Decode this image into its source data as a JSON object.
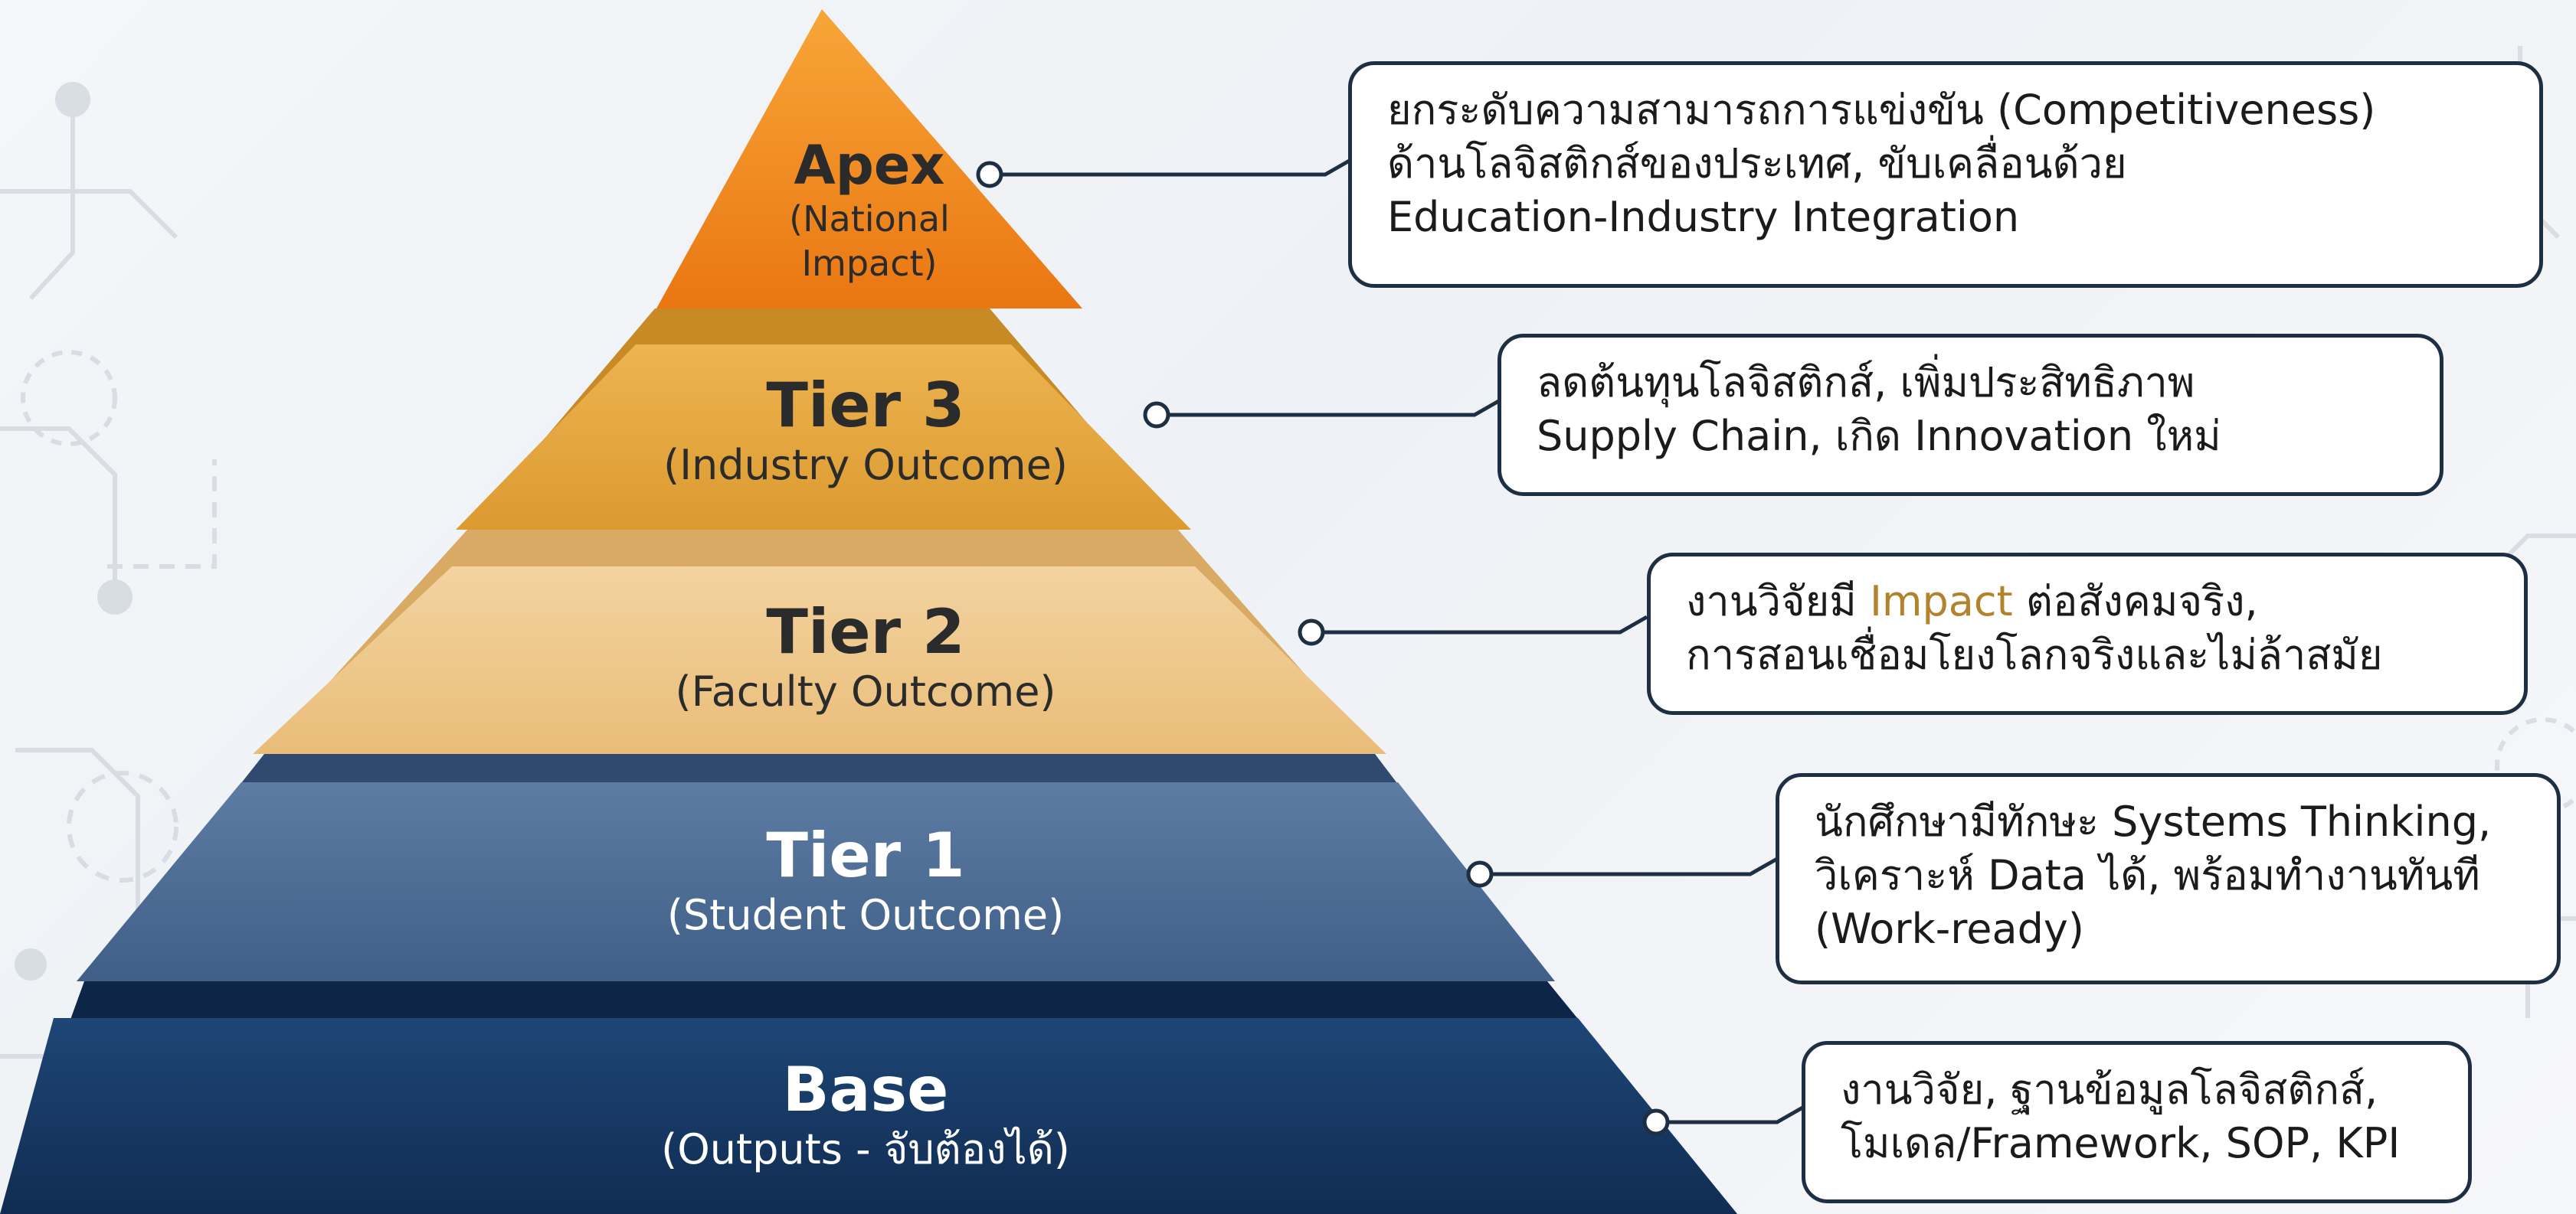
{
  "tiers": [
    {
      "key": "apex",
      "title": "Apex",
      "subtitle_lines": [
        "(National",
        "Impact)"
      ],
      "desc_lines": [
        "ยกระดับความสามารถการแข่งขัน (Competitiveness)",
        "ด้านโลจิสติกส์ของประเทศ, ขับเคลื่อนด้วย",
        "Education-Industry Integration"
      ]
    },
    {
      "key": "tier3",
      "title": "Tier 3",
      "subtitle_lines": [
        "(Industry Outcome)"
      ],
      "desc_lines": [
        "ลดต้นทุนโลจิสติกส์, เพิ่มประสิทธิภาพ",
        "Supply Chain, เกิด Innovation ใหม่"
      ]
    },
    {
      "key": "tier2",
      "title": "Tier 2",
      "subtitle_lines": [
        "(Faculty Outcome)"
      ],
      "desc_pre": "งานวิจัยมี ",
      "desc_highlight": "Impact",
      "desc_post": " ต่อสังคมจริง,",
      "desc_lines": [
        "การสอนเชื่อมโยงโลกจริงและไม่ล้าสมัย"
      ]
    },
    {
      "key": "tier1",
      "title": "Tier 1",
      "subtitle_lines": [
        "(Student Outcome)"
      ],
      "desc_lines": [
        "นักศึกษามีทักษะ Systems Thinking,",
        "วิเคราะห์ Data ได้, พร้อมทำงานทันที",
        "(Work-ready)"
      ]
    },
    {
      "key": "base",
      "title": "Base",
      "subtitle_lines": [
        "(Outputs - จับต้องได้)"
      ],
      "desc_lines": [
        "งานวิจัย, ฐานข้อมูลโลจิสติกส์,",
        "โมเดล/Framework, SOP, KPI"
      ]
    }
  ],
  "colors": {
    "apex": "#f08a1c",
    "tier3": "#e6a43c",
    "tier2": "#efc585",
    "tier1": "#4e6d94",
    "base": "#173a66",
    "highlight": "#b3822c",
    "box_border": "#1e2f44",
    "connector": "#1e2f44"
  }
}
